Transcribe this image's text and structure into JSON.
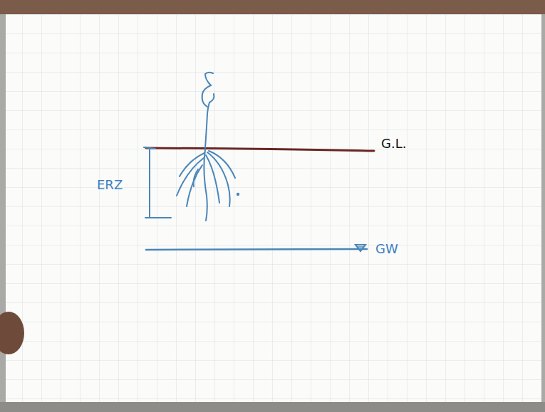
{
  "diagram": {
    "labels": [
      "G.L.",
      "ERZ",
      "GW"
    ]
  }
}
